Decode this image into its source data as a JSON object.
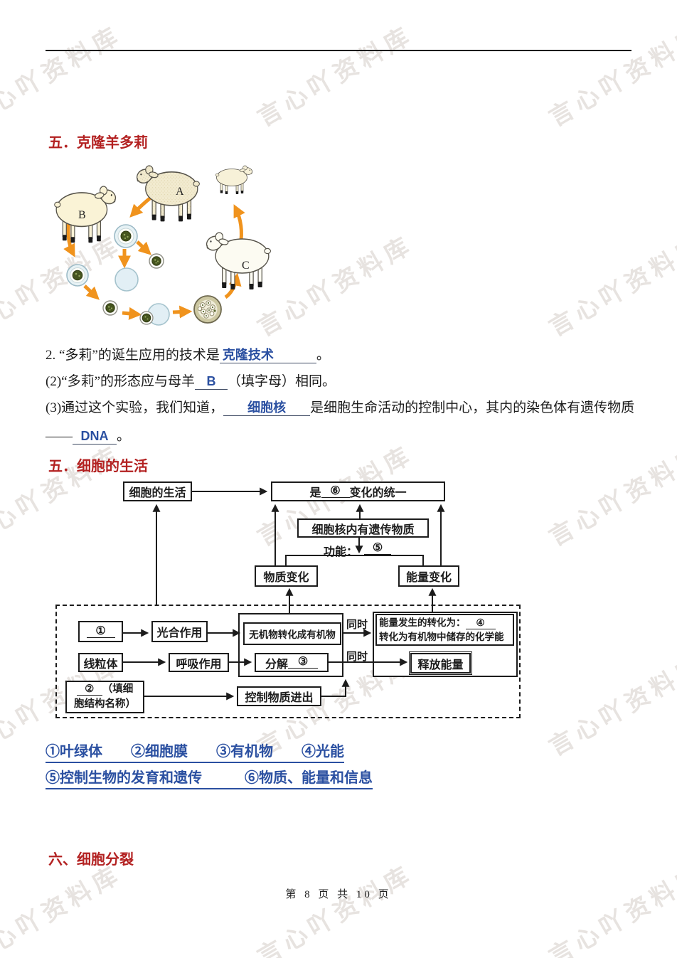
{
  "watermark": {
    "text": "言心吖资料库"
  },
  "sections": {
    "dolly_heading": "五．克隆羊多莉",
    "cell_life_heading": "五．细胞的生活",
    "cell_division_heading": "六、细胞分裂"
  },
  "questions": {
    "q2_prefix": "2. “多莉”的诞生应用的技术是",
    "q2_answer": "克隆技术",
    "q2_period": "。",
    "q2b_prefix": "(2)“多莉”的形态应与母羊",
    "q2b_answer": "B",
    "q2b_suffix": "（填字母）相同。",
    "q3_prefix": "(3)通过这个实验，我们知道，",
    "q3_answer": "细胞核",
    "q3_suffix": "是细胞生命活动的控制中心，其内的染色体有遗传物质",
    "q3b_dash": "——",
    "q3b_answer": "DNA",
    "q3b_period": "。"
  },
  "diagram": {
    "label_a": "A",
    "label_b": "B",
    "label_c": "C"
  },
  "flowchart": {
    "cell_life": "细胞的生活",
    "unity_pre": "是",
    "unity_blank": "⑥",
    "unity_post": "变化的统一",
    "nucleus": "细胞核内有遗传物质",
    "function_label": "功能：",
    "function_blank": "⑤",
    "matter_change": "物质变化",
    "energy_change": "能量变化",
    "blank1": "①",
    "photosynthesis": "光合作用",
    "inorganic_to_organic": "无机物转化成有机物",
    "simultaneous": "同时",
    "conversion_line1_pre": "能量发生的转化为：",
    "conversion_blank": "④",
    "conversion_line2": "转化为有机物中储存的化学能",
    "mitochondria": "线粒体",
    "respiration": "呼吸作用",
    "decompose_pre": "分解",
    "decompose_blank": "③",
    "release_energy": "释放能量",
    "membrane_blank": "②",
    "membrane_line1_rest": "（填细",
    "membrane_line2": "胞结构名称）",
    "control_in_out": "控制物质进出"
  },
  "answers": {
    "line1": "①叶绿体　　②细胞膜　　③有机物　　④光能",
    "line2": "⑤控制生物的发育和遗传　　　⑥物质、能量和信息"
  },
  "footer": {
    "page_info": "第 8 页 共 10 页"
  },
  "colors": {
    "heading_red": "#b32121",
    "answer_blue": "#2b50a1",
    "arrow_orange": "#f0931d"
  }
}
